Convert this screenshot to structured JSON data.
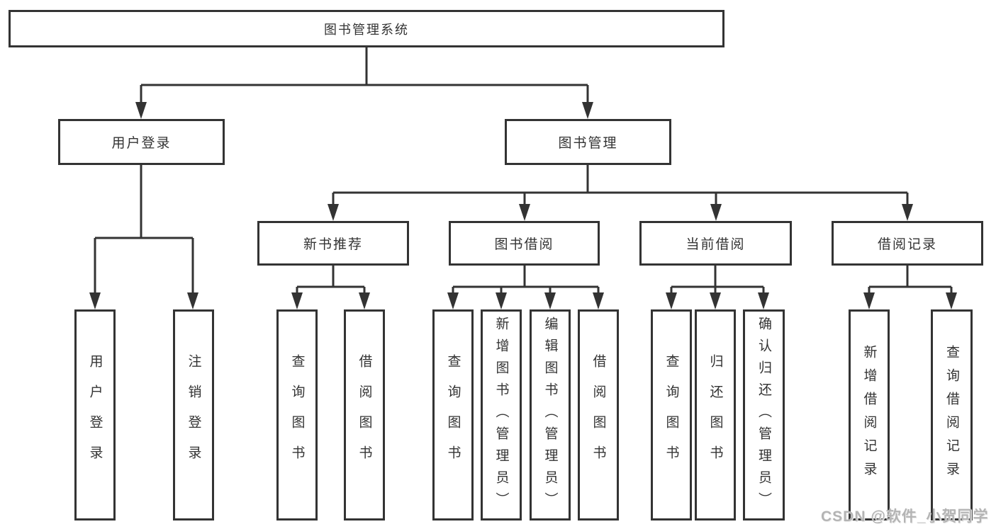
{
  "diagram": {
    "title": "图书管理系统",
    "root": {
      "label": "图书管理系统"
    },
    "level2": [
      {
        "id": "user-login",
        "label": "用户登录",
        "parent": "root"
      },
      {
        "id": "book-management",
        "label": "图书管理",
        "parent": "root"
      }
    ],
    "level3": [
      {
        "id": "new-book-recommend",
        "label": "新书推荐",
        "parent": "book-management"
      },
      {
        "id": "book-borrow",
        "label": "图书借阅",
        "parent": "book-management"
      },
      {
        "id": "current-borrow",
        "label": "当前借阅",
        "parent": "book-management"
      },
      {
        "id": "borrow-records",
        "label": "借阅记录",
        "parent": "book-management"
      }
    ],
    "leaves": [
      {
        "label": "用户登录",
        "parent": "user-login"
      },
      {
        "label": "注销登录",
        "parent": "user-login"
      },
      {
        "label": "查询图书",
        "parent": "new-book-recommend"
      },
      {
        "label": "借阅图书",
        "parent": "new-book-recommend"
      },
      {
        "label": "查询图书",
        "parent": "book-borrow"
      },
      {
        "label": "新增图书（管理员）",
        "parent": "book-borrow"
      },
      {
        "label": "编辑图书（管理员）",
        "parent": "book-borrow"
      },
      {
        "label": "借阅图书",
        "parent": "book-borrow"
      },
      {
        "label": "查询图书",
        "parent": "current-borrow"
      },
      {
        "label": "归还图书",
        "parent": "current-borrow"
      },
      {
        "label": "确认归还（管理员）",
        "parent": "current-borrow"
      },
      {
        "label": "新增借阅记录",
        "parent": "borrow-records"
      },
      {
        "label": "查询借阅记录",
        "parent": "borrow-records"
      }
    ]
  },
  "watermark": {
    "text": "CSDN @软件_小贺同学",
    "color": "#b4b4b4"
  },
  "colors": {
    "line": "#333333",
    "box_border": "#333333",
    "text": "#333333",
    "background": "#ffffff"
  }
}
